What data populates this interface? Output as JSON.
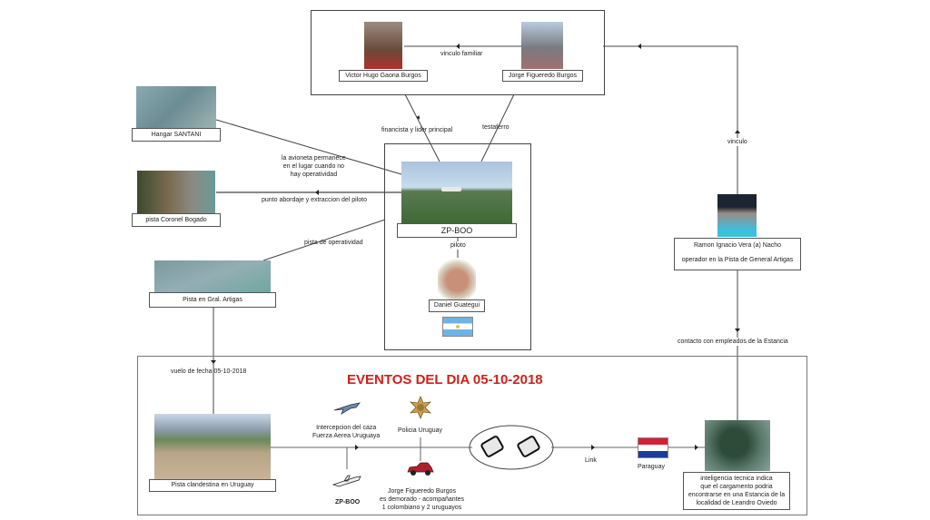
{
  "top_group": {
    "person_left": "Victor Hugo Gaona Burgos",
    "person_right": "Jorge Figueredo Burgos",
    "link_label": "vinculo familiar"
  },
  "links": {
    "financier": "financista y lider principal",
    "front": "testaferro",
    "vinculo": "vinculo",
    "hangar_link": [
      "la avioneta permanece",
      "en el lugar cuando no",
      "hay operatividad"
    ],
    "coronel_link": "punto abordaje y extraccion del piloto",
    "artigas_link": "pista de operatividad",
    "flight_link": "vuelo de fecha 05-10-2018",
    "pilot_link": "piloto",
    "contact_link": "contacto con empleados de la Estancia",
    "link": "Link"
  },
  "nodes": {
    "hangar": "Hangar SANTANI",
    "coronel": "pista Coronel Bogado",
    "artigas": "Pista en Gral. Artigas",
    "plane": "ZP-BOO",
    "pilot": "Daniel Guategui",
    "nacho_name": "Ramon Ignacio Vera (a) Nacho",
    "nacho_role": "operador en la Pista de General Artigas"
  },
  "events": {
    "title": "EVENTOS DEL DIA 05-10-2018",
    "strip": "Pista clandestina en Uruguay",
    "intercept": [
      "Intercepcion del caza",
      "Fuerza Aerea Uruguaya"
    ],
    "police": "Policia Uruguay",
    "plane": "ZP-BOO",
    "detained": [
      "Jorge Figueredo Burgos",
      "es demorado - acompañantes",
      "1 colombiano y 2 uruguayos"
    ],
    "paraguay": "Paraguay",
    "intel": [
      "inteligencia tecnica indica",
      "que el cargamento podria",
      "encontrarse en una Estancia de la",
      "localidad de Leandro Oviedo"
    ]
  },
  "icons": {
    "jet": "fighter-jet-icon",
    "police": "sheriff-star-icon",
    "car": "red-car-icon",
    "plane": "small-plane-icon",
    "packages": "package-icon",
    "flag_ar": "argentina-flag-icon",
    "flag_py": "paraguay-flag-icon"
  },
  "colors": {
    "title": "#d0201a",
    "line": "#444444"
  }
}
